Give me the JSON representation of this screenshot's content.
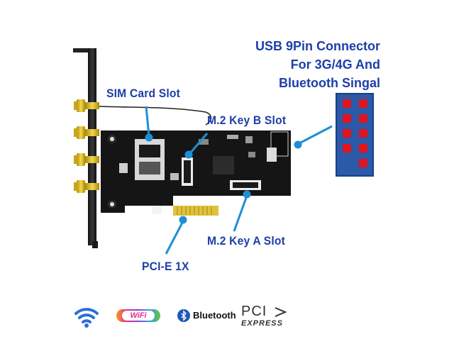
{
  "callouts": {
    "usb_connector": [
      "USB 9Pin Connector",
      "For 3G/4G And",
      "Bluetooth Singal"
    ],
    "sim_card_slot": "SIM Card Slot",
    "m2_key_b": "M.2 Key B Slot",
    "m2_key_a": "M.2 Key A Slot",
    "pcie": "PCI-E 1X"
  },
  "logos": {
    "wifi_badge": "WiFi",
    "bluetooth": "Bluetooth",
    "pci_top": "PCI",
    "pci_bottom": "EXPRESS"
  },
  "colors": {
    "label_blue": "#1d3fa8",
    "callout_line": "#1e8fd6",
    "pcb": "#151515",
    "connector_blue": "#2a5aa8",
    "pin_red": "#e0141e",
    "antenna_gold": "#d6b31a"
  },
  "icons": [
    "wifi-signal-icon",
    "wifi-logo-icon",
    "bluetooth-icon",
    "pci-express-logo-icon"
  ]
}
